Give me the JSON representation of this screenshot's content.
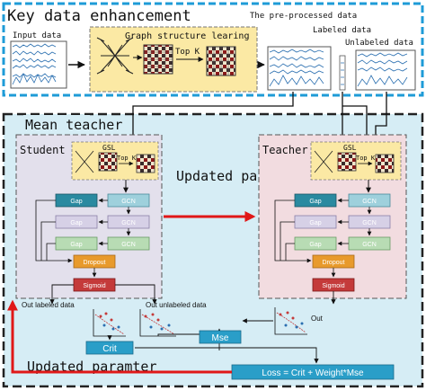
{
  "top": {
    "title": "Key data enhancement",
    "input_data": "Input data",
    "gsl_title": "Graph structure learing",
    "topk": "Top K",
    "preprocessed": "The pre-processed data",
    "labeled": "Labeled data",
    "unlabeled": "Unlabeled data"
  },
  "mean_teacher": {
    "title": "Mean teacher",
    "updated_middle": "Updated paramter",
    "updated_bottom": "Updated paramter"
  },
  "student": {
    "title": "Student",
    "gsl": "GSL",
    "topk": "Top K",
    "gap": "Gap",
    "gcn": "GCN",
    "dropout": "Dropout",
    "sigmoid": "Sigmoid"
  },
  "teacher": {
    "title": "Teacher",
    "gsl": "GSL",
    "topk": "Top K",
    "gap": "Gap",
    "gcn": "GCN",
    "dropout": "Dropout",
    "sigmoid": "Sigmoid"
  },
  "outputs": {
    "out_labeled": "Out labeled data",
    "out_unlabeled": "Out unlabeled data",
    "out": "Out",
    "crit": "Crit",
    "mse": "Mse",
    "loss": "Loss = Crit + Weight*Mse"
  },
  "colors": {
    "top_bg": "#ffffff",
    "top_border": "#1e9bd7",
    "mt_bg": "#d6edf5",
    "student_bg": "#e3e0ec",
    "teacher_bg": "#f2dce0",
    "gsl_bg": "#fbe9a4",
    "gap": "#2a8aa0",
    "gcn_teal": "#9ed0dc",
    "gcn_lav": "#d6d0e6",
    "gcn_green": "#b8dcb4",
    "dropout": "#e89a2c",
    "sigmoid": "#c43a3a",
    "crit": "#2a9ec8",
    "arrow_red": "#e01818"
  }
}
